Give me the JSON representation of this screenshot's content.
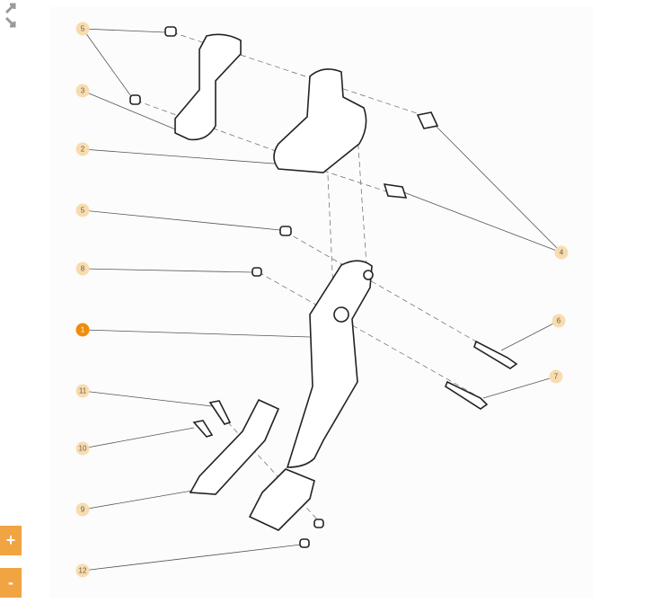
{
  "controls": {
    "expand_icon": "expand-arrow-icon",
    "collapse_icon": "collapse-arrow-icon"
  },
  "zoom": {
    "in_label": "+",
    "out_label": "-"
  },
  "colors": {
    "callout": "#f8dcb0",
    "callout_active": "#ef8c0e",
    "button": "#f0a442"
  },
  "callouts": [
    {
      "label": "5",
      "active": false
    },
    {
      "label": "3",
      "active": false
    },
    {
      "label": "2",
      "active": false
    },
    {
      "label": "5",
      "active": false
    },
    {
      "label": "8",
      "active": false
    },
    {
      "label": "1",
      "active": true
    },
    {
      "label": "11",
      "active": false
    },
    {
      "label": "10",
      "active": false
    },
    {
      "label": "9",
      "active": false
    },
    {
      "label": "12",
      "active": false
    },
    {
      "label": "4",
      "active": false
    },
    {
      "label": "6",
      "active": false
    },
    {
      "label": "7",
      "active": false
    }
  ]
}
